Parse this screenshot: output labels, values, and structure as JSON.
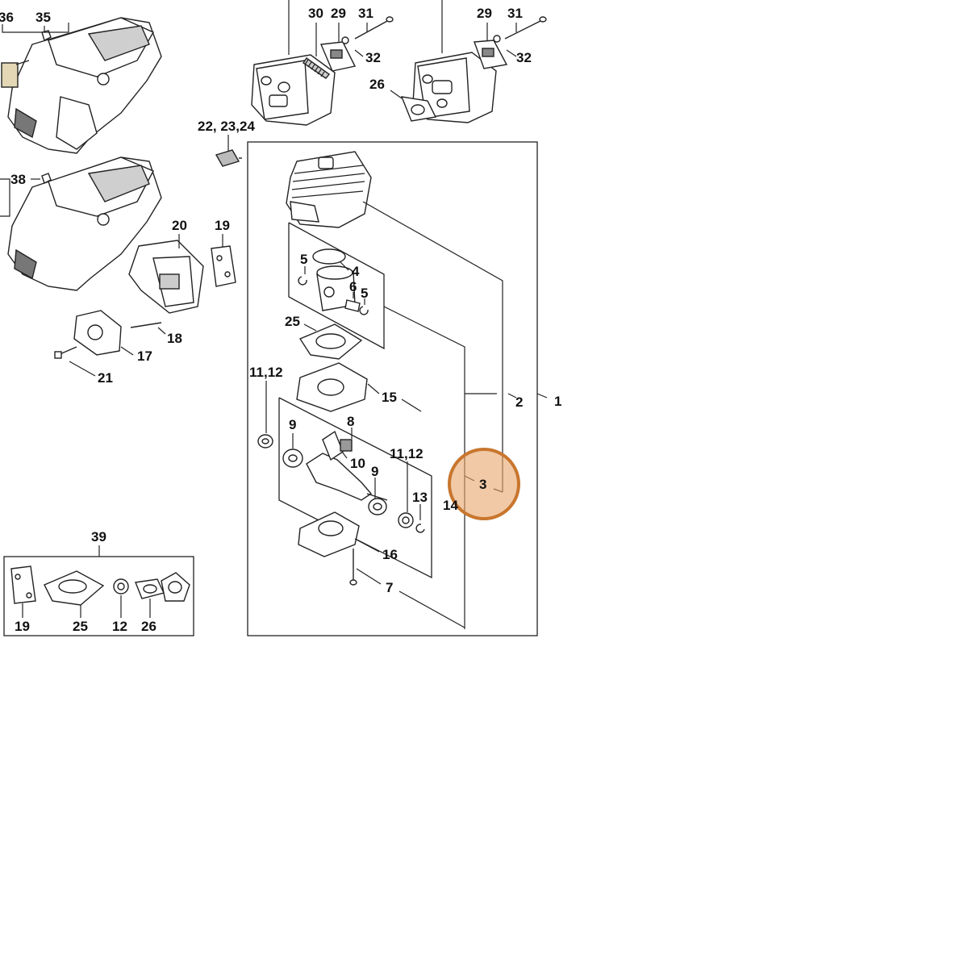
{
  "callouts": {
    "c36": "36",
    "c35": "35",
    "c38": "38",
    "c30": "30",
    "c29a": "29",
    "c31a": "31",
    "c32a": "32",
    "c29b": "29",
    "c31b": "31",
    "c32b": "32",
    "c26a": "26",
    "c22": "22, 23,24",
    "c20": "20",
    "c19a": "19",
    "c18": "18",
    "c17": "17",
    "c21": "21",
    "c5a": "5",
    "c4": "4",
    "c6": "6",
    "c5b": "5",
    "c25a": "25",
    "c1112a": "11,12",
    "c15": "15",
    "c9a": "9",
    "c8": "8",
    "c10": "10",
    "c1112b": "11,12",
    "c9b": "9",
    "c13": "13",
    "c14": "14",
    "c16": "16",
    "c7": "7",
    "c3": "3",
    "c2": "2",
    "c1": "1",
    "c39": "39",
    "c19b": "19",
    "c25b": "25",
    "c12": "12",
    "c26b": "26"
  },
  "highlight": {
    "callout": "3",
    "color": "#e8a56a"
  }
}
